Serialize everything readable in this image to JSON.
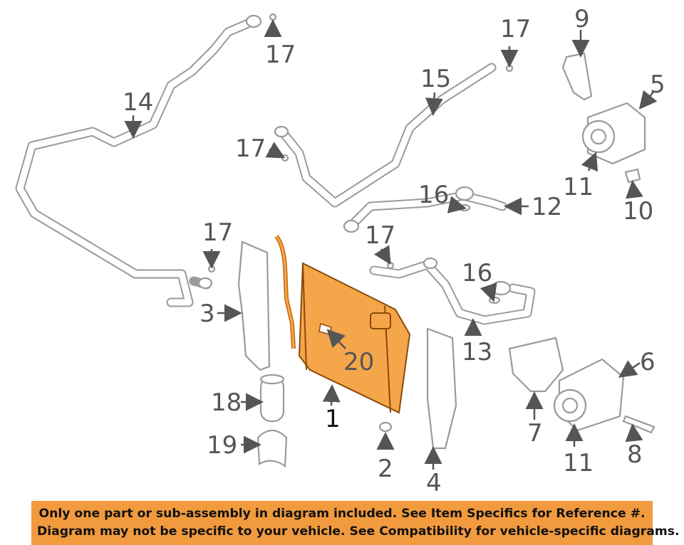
{
  "diagram": {
    "callouts": {
      "c1": "1",
      "c2": "2",
      "c3": "3",
      "c4": "4",
      "c5": "5",
      "c6": "6",
      "c7": "7",
      "c8": "8",
      "c9": "9",
      "c10": "10",
      "c11a": "11",
      "c11b": "11",
      "c12": "12",
      "c13": "13",
      "c14": "14",
      "c15": "15",
      "c16a": "16",
      "c16b": "16",
      "c17a": "17",
      "c17b": "17",
      "c17c": "17",
      "c17d": "17",
      "c17e": "17",
      "c18": "18",
      "c19": "19",
      "c20": "20"
    },
    "highlight_color": "#f5a54a",
    "line_color": "#9a9a9a"
  },
  "banner": {
    "line1": "Only one part or sub-assembly in diagram included. See Item Specifics for Reference #.",
    "line2": "Diagram may not be specific to your vehicle. See Compatibility for vehicle-specific diagrams.",
    "color": "#f19a3e"
  }
}
